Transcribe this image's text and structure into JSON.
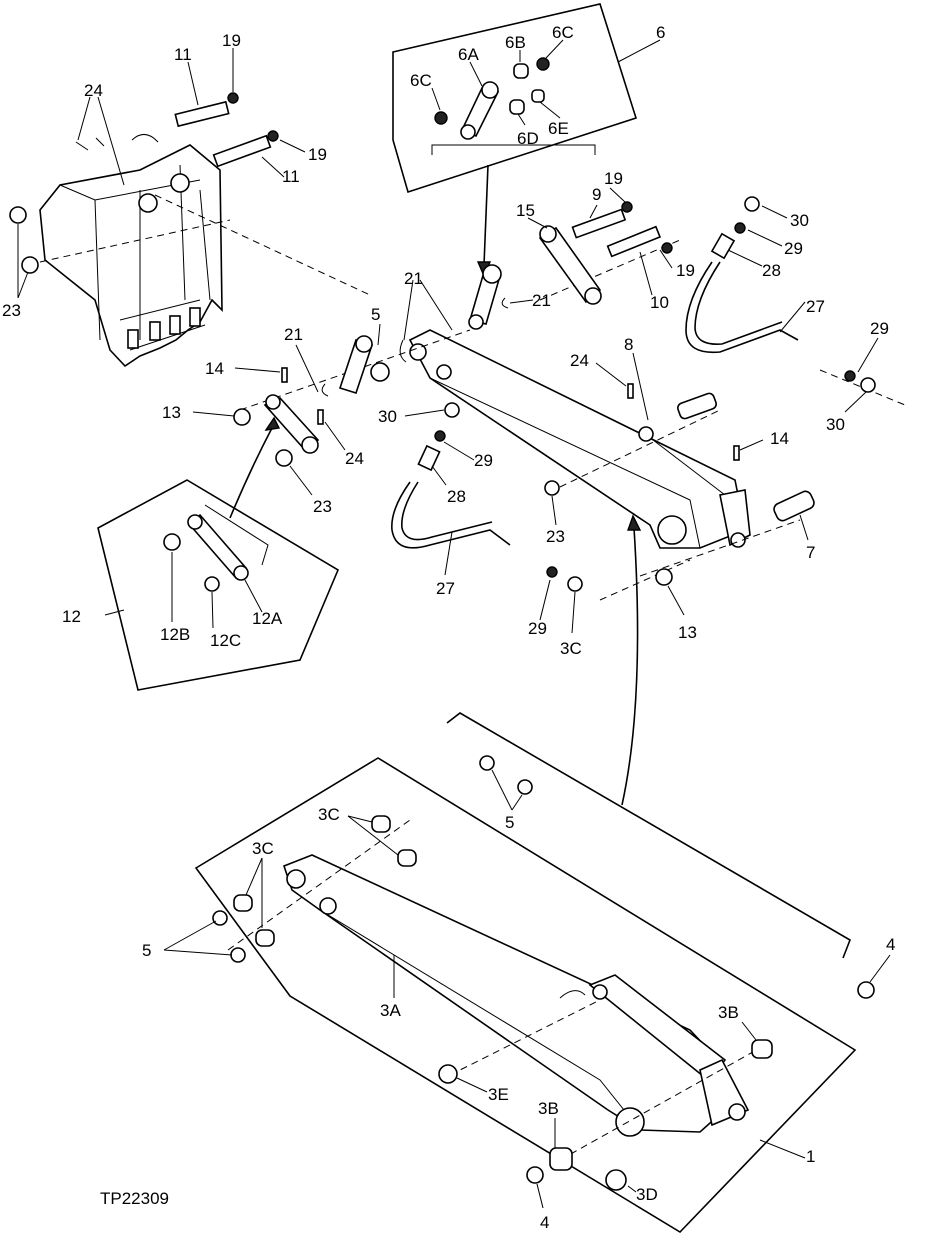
{
  "figure_id": "TP22309",
  "labels": {
    "l1": "1",
    "l3A": "3A",
    "l3B_top": "3B",
    "l3B_bot": "3B",
    "l3C_left": "3C",
    "l3C_top": "3C",
    "l3D": "3D",
    "l3E": "3E",
    "l4_right": "4",
    "l4_bot": "4",
    "l5_mid": "5",
    "l5_left": "5",
    "l5_upper": "5",
    "l6": "6",
    "l6A": "6A",
    "l6B": "6B",
    "l6C_right": "6C",
    "l6C_left": "6C",
    "l6D": "6D",
    "l6E": "6E",
    "l7": "7",
    "l8": "8",
    "l9": "9",
    "l10": "10",
    "l11_top": "11",
    "l11_mid": "11",
    "l12": "12",
    "l12A": "12A",
    "l12B": "12B",
    "l12C": "12C",
    "l13_left": "13",
    "l13_right": "13",
    "l14_left": "14",
    "l14_right": "14",
    "l15": "15",
    "l19_top": "19",
    "l19_mid": "19",
    "l19_c": "19",
    "l19_d": "19",
    "l21_a": "21",
    "l21_b": "21",
    "l21_c": "21",
    "l23_left": "23",
    "l23_mid": "23",
    "l23_c": "23",
    "l24_top": "24",
    "l24_mid": "24",
    "l24_c": "24",
    "l27_right": "27",
    "l27_left": "27",
    "l28_right": "28",
    "l28_left": "28",
    "l29_a": "29",
    "l29_b": "29",
    "l29_c": "29",
    "l29_d": "29",
    "l30_a": "30",
    "l30_b": "30",
    "l30_c": "30",
    "l30_d": "3C"
  }
}
